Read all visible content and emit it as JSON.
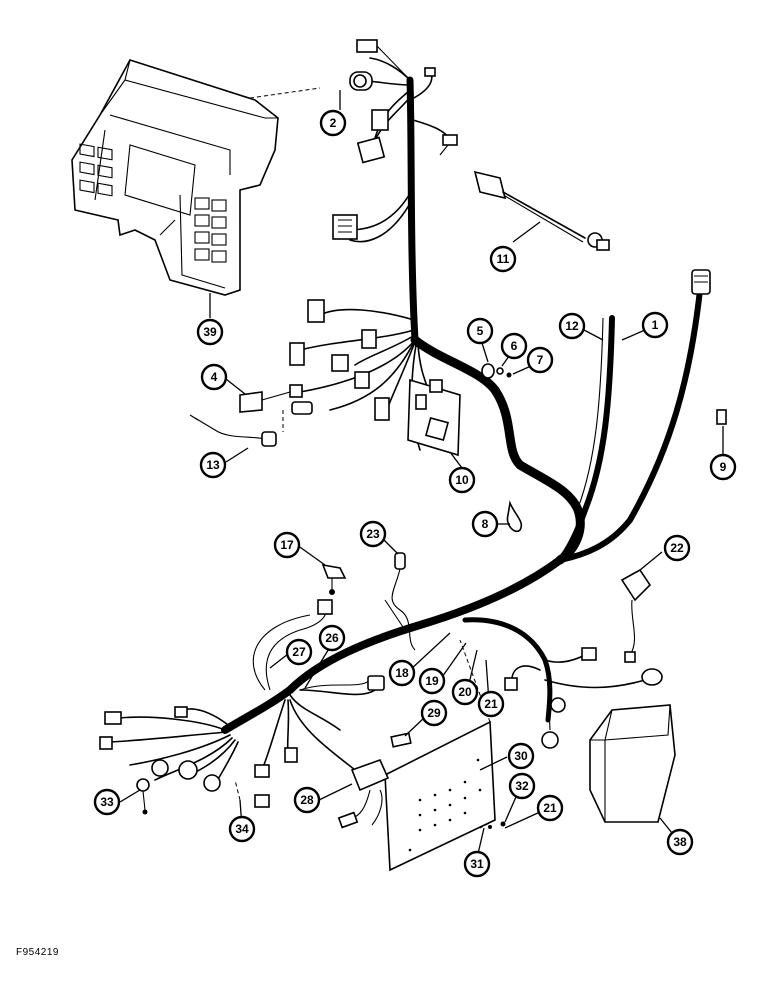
{
  "figure_id": "F954219",
  "callouts": [
    "2",
    "39",
    "11",
    "12",
    "1",
    "5",
    "6",
    "7",
    "4",
    "13",
    "10",
    "9",
    "8",
    "17",
    "23",
    "22",
    "27",
    "26",
    "18",
    "19",
    "20",
    "21",
    "29",
    "30",
    "32",
    "21",
    "38",
    "33",
    "28",
    "34",
    "31"
  ]
}
